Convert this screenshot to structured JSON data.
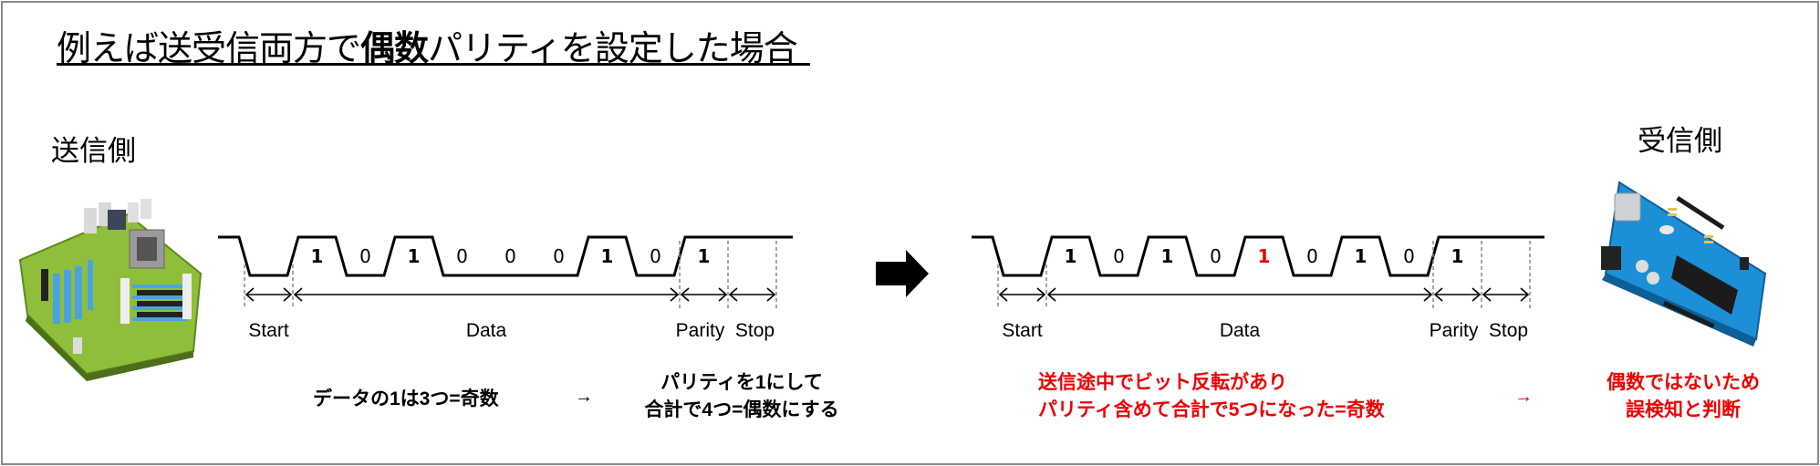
{
  "title": {
    "prefix": "例えば送受信両方で",
    "bold": "偶数",
    "suffix": "パリティを設定した場合"
  },
  "sender": {
    "label": "送信側",
    "icon": "motherboard-icon"
  },
  "receiver": {
    "label": "受信側",
    "icon": "arduino-board-icon"
  },
  "frame_labels": {
    "start": "Start",
    "data": "Data",
    "parity": "Parity",
    "stop": "Stop"
  },
  "frames": [
    {
      "name": "sent-frame",
      "data_bits": [
        1,
        0,
        1,
        0,
        0,
        0,
        1,
        0
      ],
      "parity_bit": 1,
      "flipped_bit_index": null
    },
    {
      "name": "received-frame",
      "data_bits": [
        1,
        0,
        1,
        0,
        1,
        0,
        1,
        0
      ],
      "parity_bit": 1,
      "flipped_bit_index": 4
    }
  ],
  "transfer_arrow_icon": "right-arrow-icon",
  "notes": {
    "sender_count": "データの1は3つ=奇数",
    "sender_arrow": "→",
    "sender_result_line1": "パリティを1にして",
    "sender_result_line2": "合計で4つ=偶数にする",
    "receiver_error_line1": "送信途中でビット反転があり",
    "receiver_error_line2": "パリティ含めて合計で5つになった=奇数",
    "receiver_arrow": "→",
    "receiver_result_line1": "偶数ではないため",
    "receiver_result_line2": "誤検知と判断"
  },
  "colors": {
    "error": "#ee0000",
    "signal": "#000000",
    "guide": "#888888"
  }
}
